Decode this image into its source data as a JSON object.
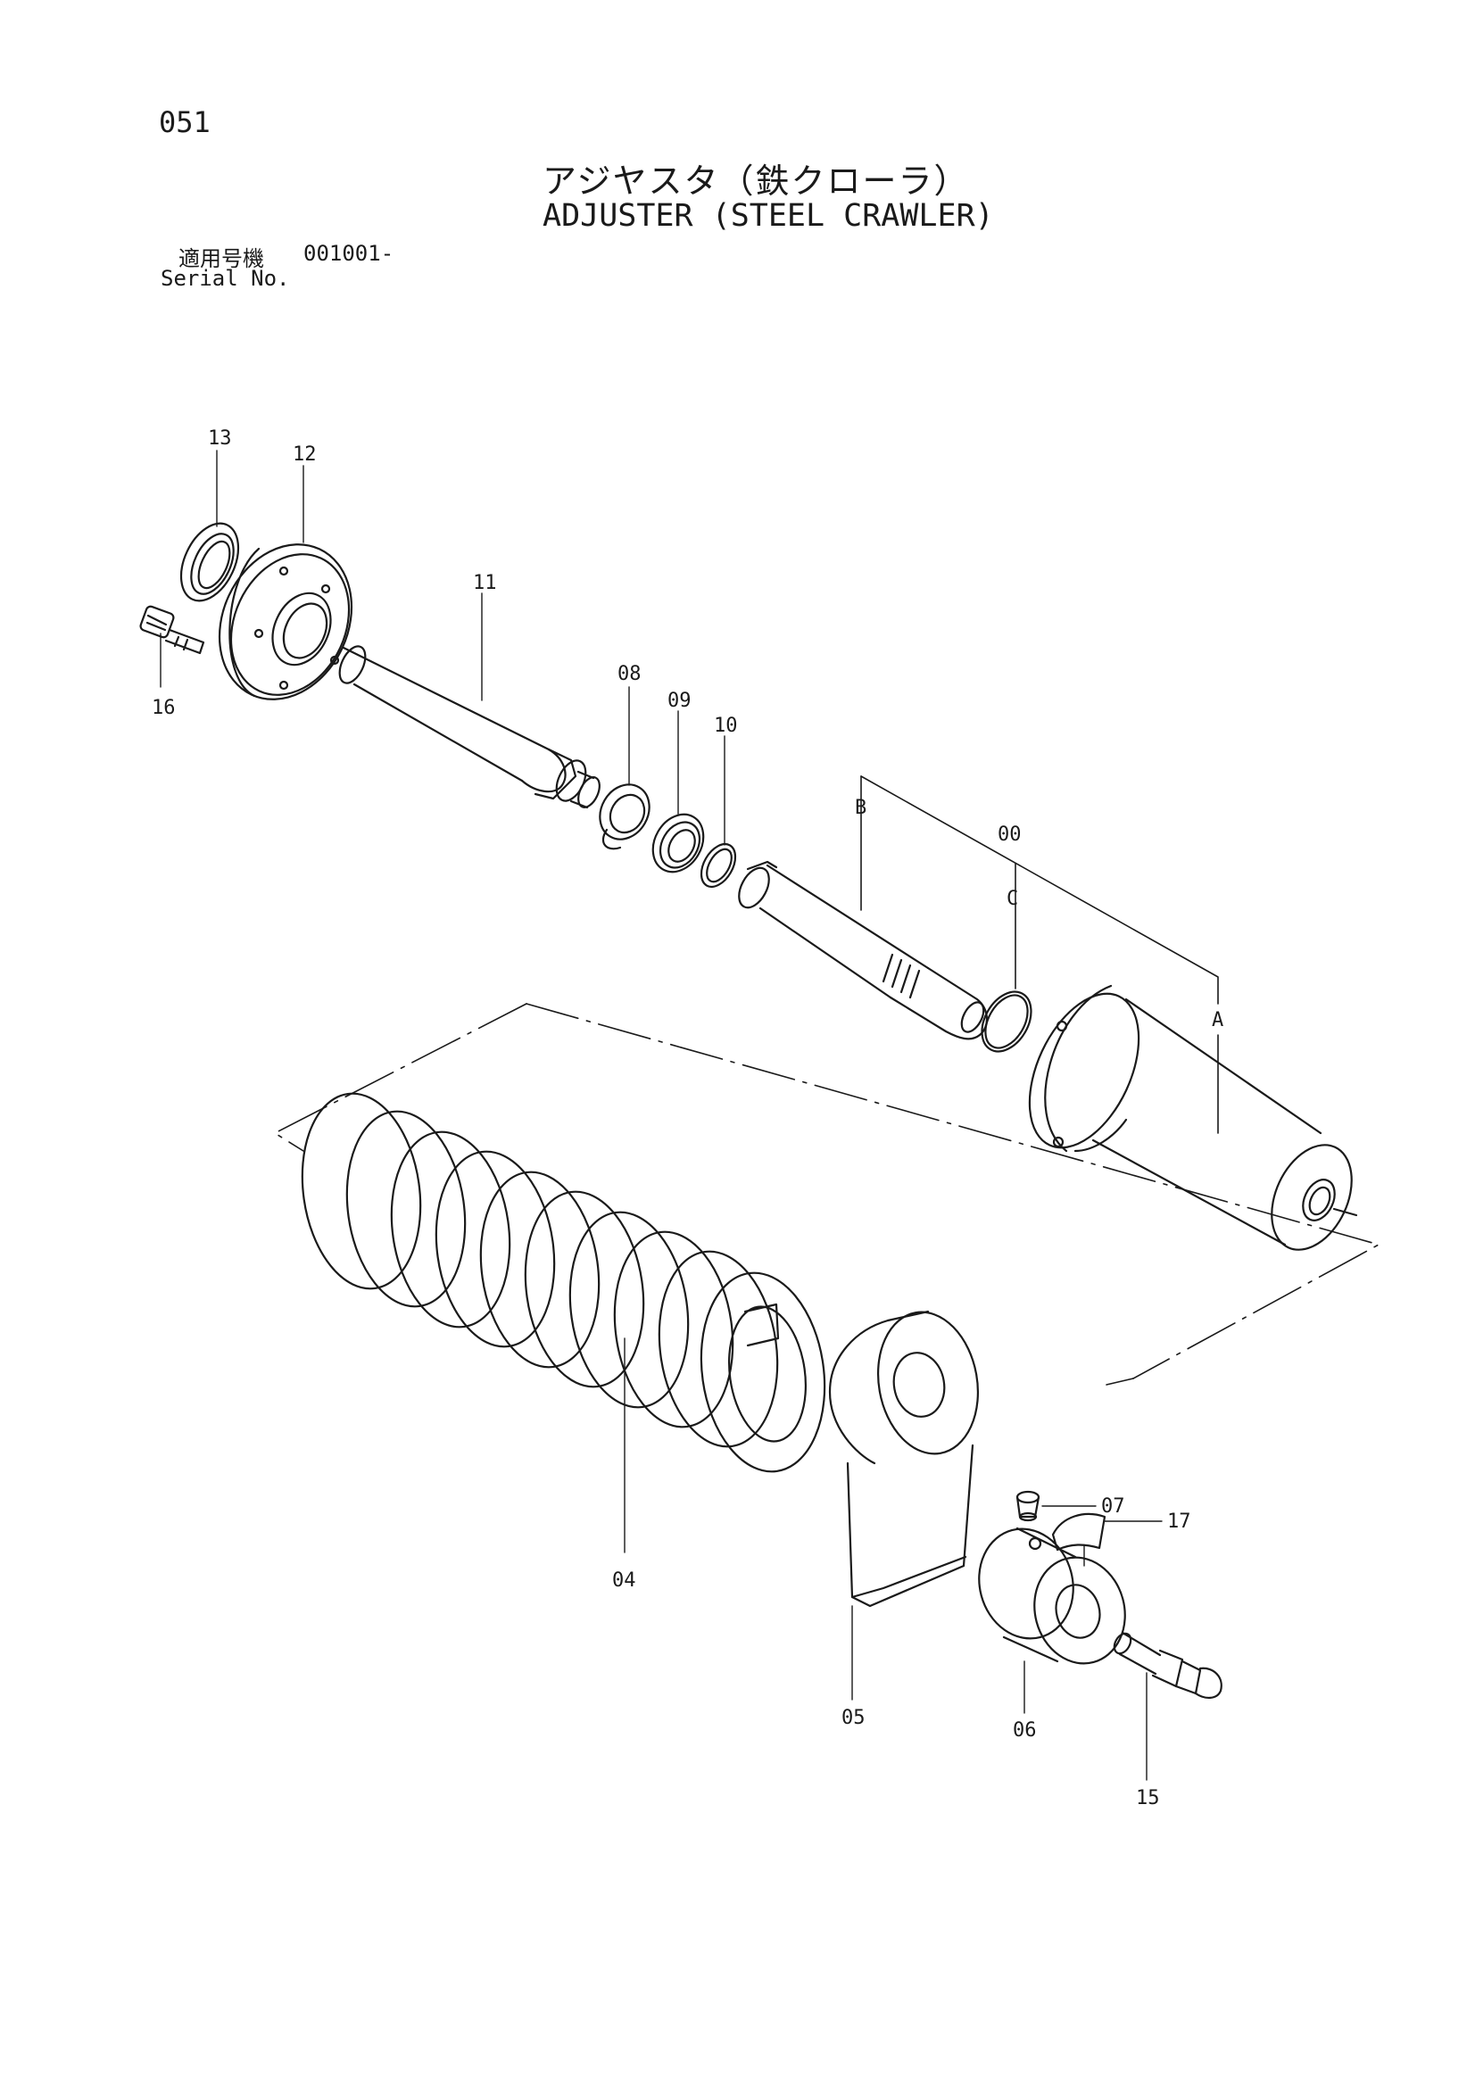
{
  "page_number": "051",
  "title_jp": "アジヤスタ（鉄クローラ）",
  "title_en": "ADJUSTER (STEEL CRAWLER)",
  "serial": {
    "label_jp": "適用号機",
    "label_en": "Serial No.",
    "number": "001001-"
  },
  "callouts": {
    "p13": "13",
    "p12": "12",
    "p16": "16",
    "p11": "11",
    "p08": "08",
    "p09": "09",
    "p10": "10",
    "pB": "B",
    "p00": "00",
    "pC": "C",
    "pA": "A",
    "p04": "04",
    "p05": "05",
    "p06": "06",
    "p07": "07",
    "p17": "17",
    "p15": "15"
  }
}
